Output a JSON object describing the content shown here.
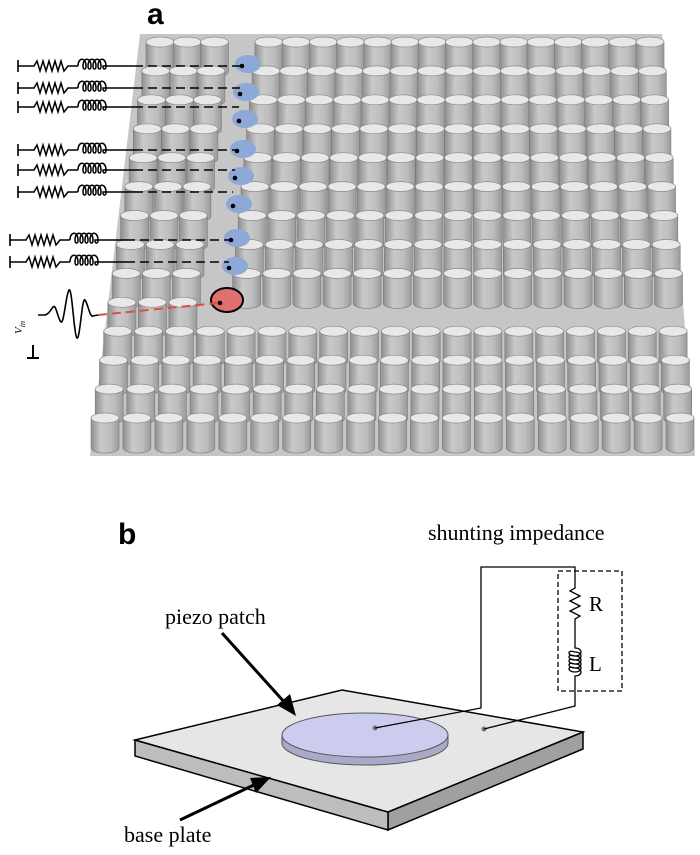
{
  "panel_a": {
    "letter": "a",
    "source_label": "V",
    "source_label_sub": "in",
    "colors": {
      "plate": "#c4c4c4",
      "pillar_side": "#b5b5b5",
      "pillar_top": "#e6e6e6",
      "shunted_patch": "#8ea8d8",
      "drive_patch": "#e07070",
      "drive_wire": "#e05040"
    }
  },
  "panel_b": {
    "letter": "b",
    "shunting_impedance": "shunting impedance",
    "resistor": "R",
    "inductor": "L",
    "piezo_patch": "piezo patch",
    "base_plate": "base plate",
    "colors": {
      "patch_top": "#c9c9f0",
      "plate_top": "#e4e4e4",
      "plate_side": "#999999"
    }
  }
}
